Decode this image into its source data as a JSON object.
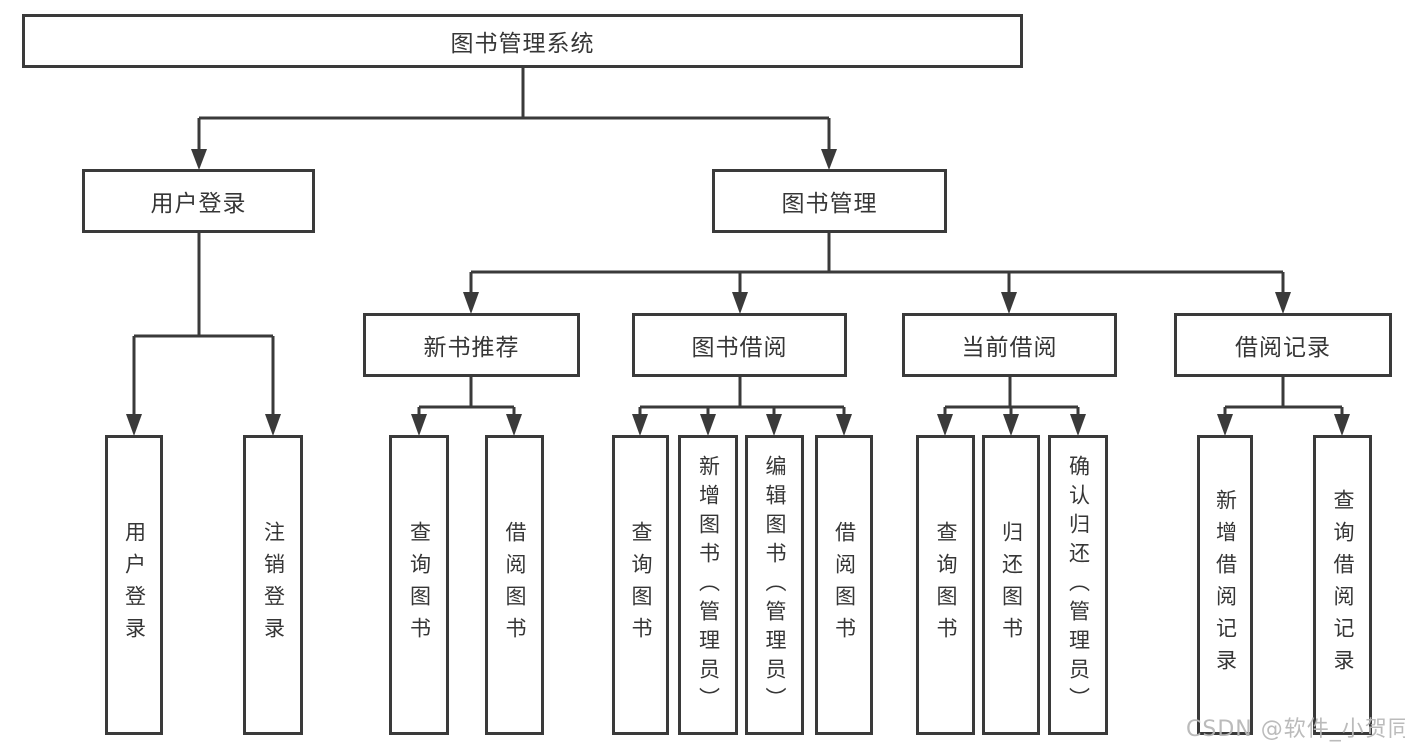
{
  "tree": {
    "label": "图书管理系统",
    "children": [
      {
        "label": "用户登录",
        "children": [
          {
            "label": "用户登录"
          },
          {
            "label": "注销登录"
          }
        ]
      },
      {
        "label": "图书管理",
        "children": [
          {
            "label": "新书推荐",
            "children": [
              {
                "label": "查询图书"
              },
              {
                "label": "借阅图书"
              }
            ]
          },
          {
            "label": "图书借阅",
            "children": [
              {
                "label": "查询图书"
              },
              {
                "label": "新增图书（管理员）"
              },
              {
                "label": "编辑图书（管理员）"
              },
              {
                "label": "借阅图书"
              }
            ]
          },
          {
            "label": "当前借阅",
            "children": [
              {
                "label": "查询图书"
              },
              {
                "label": "归还图书"
              },
              {
                "label": "确认归还（管理员）"
              }
            ]
          },
          {
            "label": "借阅记录",
            "children": [
              {
                "label": "新增借阅记录"
              },
              {
                "label": "查询借阅记录"
              }
            ]
          }
        ]
      }
    ]
  },
  "watermark": {
    "text": "CSDN @软件_小贺同学"
  },
  "colors": {
    "line": "#3a3a3a",
    "box_border": "#3a3a3a",
    "text": "#363636",
    "background": "#ffffff",
    "watermark": "#b7b7b7"
  }
}
